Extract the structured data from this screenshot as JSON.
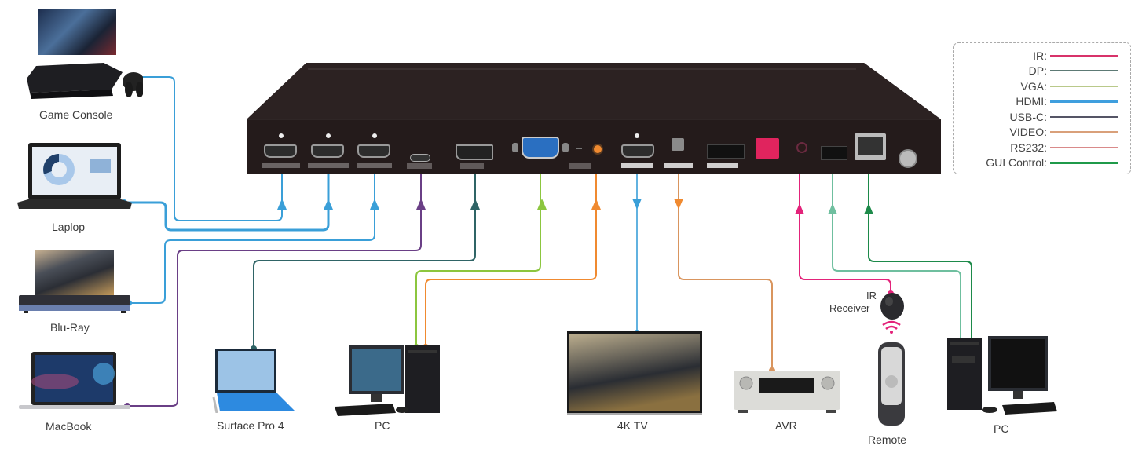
{
  "legend": {
    "items": [
      {
        "label": "IR:",
        "color": "#d8336a"
      },
      {
        "label": "DP:",
        "color": "#5d7a75"
      },
      {
        "label": "VGA:",
        "color": "#b9c98a"
      },
      {
        "label": "HDMI:",
        "color": "#3f9fde"
      },
      {
        "label": "USB-C:",
        "color": "#555566"
      },
      {
        "label": "VIDEO:",
        "color": "#d9a07a"
      },
      {
        "label": "RS232:",
        "color": "#d98a8a"
      },
      {
        "label": "GUI Control:",
        "color": "#1f9a4a"
      }
    ]
  },
  "sources": [
    {
      "label": "Game Console",
      "icon": "game-console-icon"
    },
    {
      "label": "Laplop",
      "icon": "laptop-icon"
    },
    {
      "label": "Blu-Ray",
      "icon": "blu-ray-player-icon"
    },
    {
      "label": "MacBook",
      "icon": "macbook-icon"
    }
  ],
  "bottom_devices": [
    {
      "label": "Surface Pro 4",
      "icon": "tablet-icon"
    },
    {
      "label": "PC",
      "icon": "desktop-pc-icon"
    },
    {
      "label": "4K TV",
      "icon": "tv-icon"
    },
    {
      "label": "AVR",
      "icon": "av-receiver-icon"
    },
    {
      "label": "Remote",
      "icon": "remote-control-icon"
    },
    {
      "label": "PC",
      "icon": "desktop-pc-icon"
    }
  ],
  "ir_receiver": {
    "label_line1": "IR",
    "label_line2": "Receiver"
  },
  "wire_colors": {
    "hdmi": "#3a9fd8",
    "usbc": "#6a3f86",
    "dp": "#2f6466",
    "vga": "#8cc63f",
    "video": "#f08a30",
    "audio": "#d9955e",
    "ir": "#e3237a",
    "rs232": "#6fbf9f",
    "gui": "#1d8a4a"
  }
}
